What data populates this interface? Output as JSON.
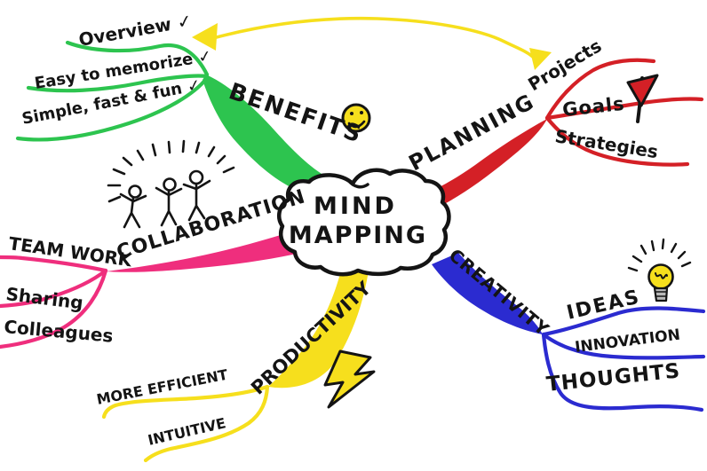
{
  "center": {
    "line1": "MIND",
    "line2": "MAPPING"
  },
  "palette": {
    "green": "#2dc44f",
    "red": "#d42026",
    "pink": "#ef2e7d",
    "yellow": "#f6df1d",
    "blue": "#2b2bd0",
    "grey": "#b9b9b9",
    "ink": "#141414"
  },
  "branches": {
    "benefits": {
      "label": "BENEFITS",
      "color": "#2dc44f",
      "icon": "smiley-face",
      "children": [
        "Overview ✓",
        "Easy to memorize ✓",
        "Simple, fast & fun ✓"
      ]
    },
    "planning": {
      "label": "PLANNING",
      "color": "#d42026",
      "icon": "red-flag",
      "children": [
        "Projects",
        "Goals",
        "Strategies"
      ]
    },
    "collaboration": {
      "label": "COLLABORATION",
      "color": "#ef2e7d",
      "icon": "stick-figures",
      "children": [
        "TEAM WORK",
        "Sharing",
        "Colleagues"
      ]
    },
    "productivity": {
      "label": "PRODUCTIVITY",
      "color": "#f6df1d",
      "icon": "lightning-bolt",
      "children": [
        "MORE EFFICIENT",
        "INTUITIVE"
      ]
    },
    "creativity": {
      "label": "CREATIVITY",
      "color": "#2b2bd0",
      "icon": "light-bulb",
      "children": [
        "IDEAS",
        "INNOVATION",
        "THOUGHTS"
      ]
    }
  }
}
